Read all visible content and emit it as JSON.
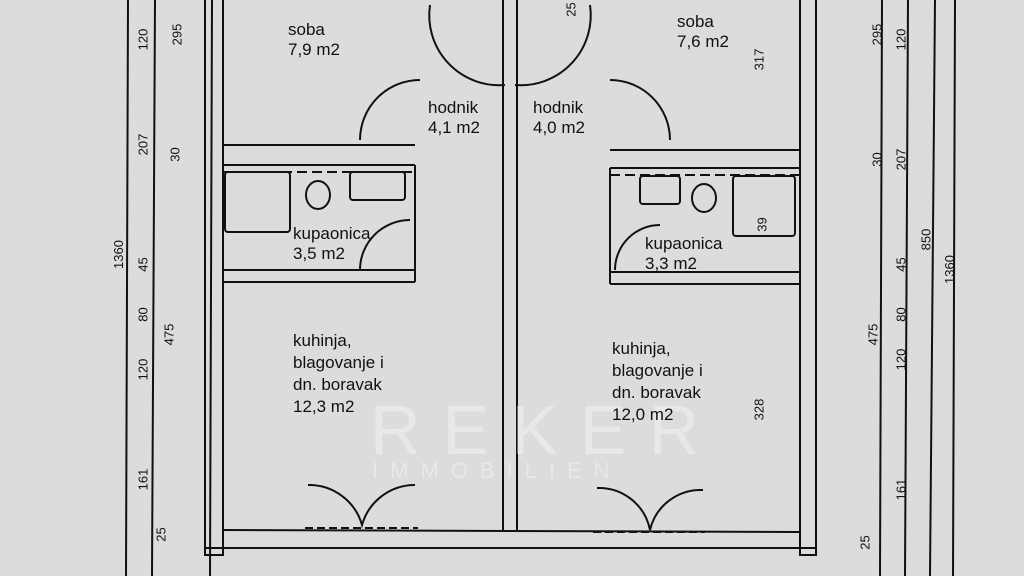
{
  "rooms": [
    {
      "name": "soba",
      "area": "7,9 m2"
    },
    {
      "name": "soba",
      "area": "7,6 m2"
    },
    {
      "name": "hodnik",
      "area": "4,1 m2"
    },
    {
      "name": "hodnik",
      "area": "4,0 m2"
    },
    {
      "name": "kupaonica",
      "area": "3,5 m2"
    },
    {
      "name": "kupaonica",
      "area": "3,3 m2"
    },
    {
      "name": "kuhinja,",
      "line2": "blagovanje i",
      "line3": "dn. boravak",
      "area": "12,3 m2"
    },
    {
      "name": "kuhinja,",
      "line2": "blagovanje i",
      "line3": "dn. boravak",
      "area": "12,0 m2"
    }
  ],
  "dimensions_left": {
    "outer": "1360",
    "mid": [
      "120",
      "207",
      "45",
      "80",
      "120",
      "161",
      "25"
    ],
    "inner": [
      "295",
      "30",
      "475"
    ]
  },
  "dimensions_right": {
    "inner": [
      "295",
      "30",
      "475",
      "25"
    ],
    "mid": [
      "120",
      "207",
      "45",
      "80",
      "120",
      "161"
    ],
    "outer1": "850",
    "outer2": "1360"
  },
  "dimensions_inner": [
    "317",
    "328",
    "39",
    "25"
  ],
  "watermark": {
    "brand": "REKER",
    "sub": "IMMOBILIEN"
  }
}
